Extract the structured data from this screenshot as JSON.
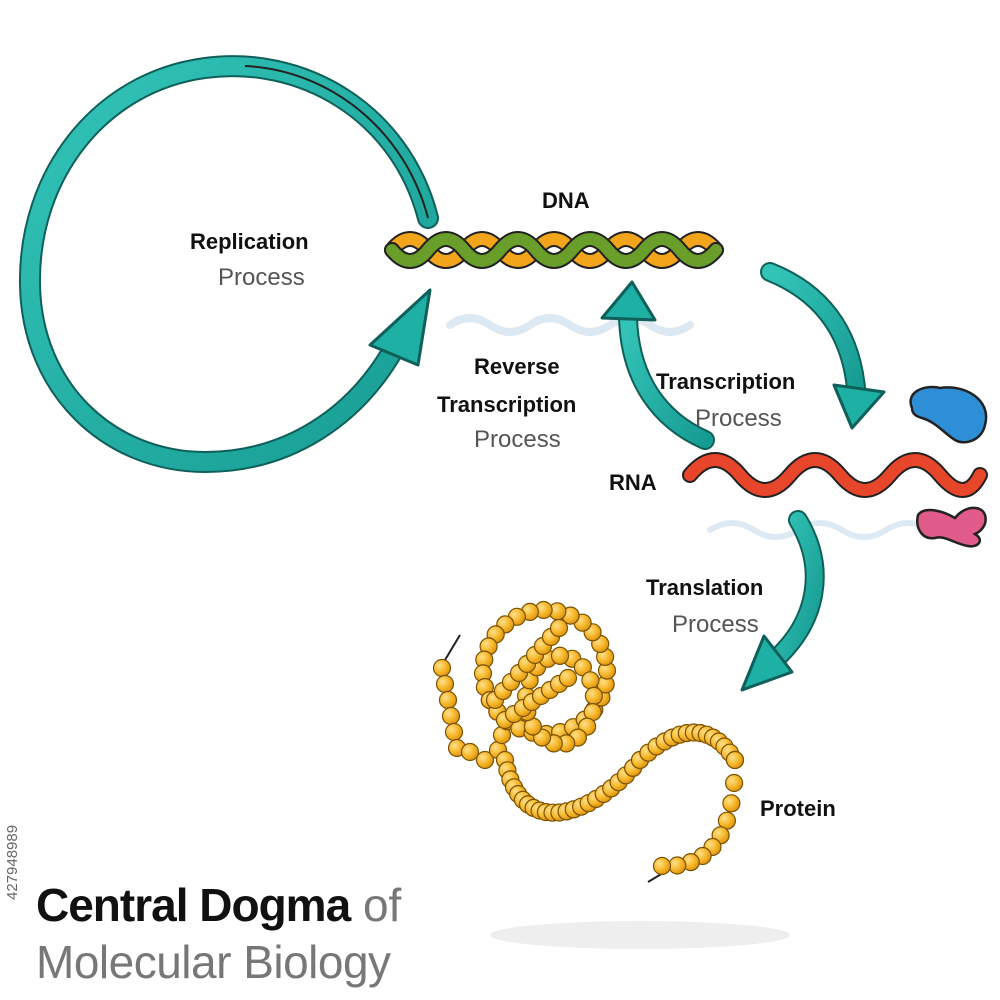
{
  "labels": {
    "dna": "DNA",
    "rna": "RNA",
    "protein": "Protein",
    "replication": {
      "name": "Replication",
      "kind": "Process"
    },
    "reverse_transcription": {
      "name_line1": "Reverse",
      "name_line2": "Transcription",
      "kind": "Process"
    },
    "transcription": {
      "name": "Transcription",
      "kind": "Process"
    },
    "translation": {
      "name": "Translation",
      "kind": "Process"
    }
  },
  "title": {
    "bold_part": "Central Dogma",
    "light_part": "of",
    "line2": "Molecular Biology"
  },
  "stock_id": "427948989",
  "colors": {
    "arrow": "#20b3a8",
    "arrow_dark": "#138079",
    "dna_orange": "#f2a51a",
    "dna_green": "#6a9e2a",
    "rna_red": "#e8462a",
    "protein_bead": "#f5b526",
    "ribosome_blue": "#2e8fd6",
    "ribosome_pink": "#e05a8a"
  },
  "icons": [
    "dna-helix-icon",
    "rna-strand-icon",
    "protein-chain-icon",
    "ribosome-large-subunit-icon",
    "ribosome-small-subunit-icon"
  ]
}
